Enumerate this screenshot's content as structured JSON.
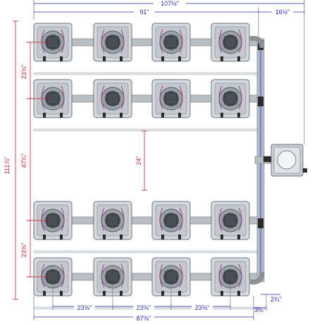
{
  "dimensions": {
    "overall_width": "107½\"",
    "grid_width": "91\"",
    "controller_offset": "16½\"",
    "overall_height": "111⅞\"",
    "row_spacing_top": "23⅝\"",
    "middle_span": "47¾\"",
    "aisle_gap": "24\"",
    "row_spacing_bottom": "23⅝\"",
    "pot_spacing": [
      "23⅝\"",
      "23⅝\"",
      "23⅝\""
    ],
    "base_width": "87⅝\"",
    "pipe_offset": "3½\"",
    "pipe_depth": "2¾\""
  },
  "colors": {
    "horizontal_dim": "#2a2aa8",
    "vertical_dim": "#c8202c",
    "pot_fill": "#d4d9de",
    "pot_stroke": "#6f757b",
    "pipe": "#b9bec4",
    "manifold": "#7b8fd6"
  },
  "layout": {
    "rows": 4,
    "columns": 4,
    "controller": "reservoir-box"
  }
}
